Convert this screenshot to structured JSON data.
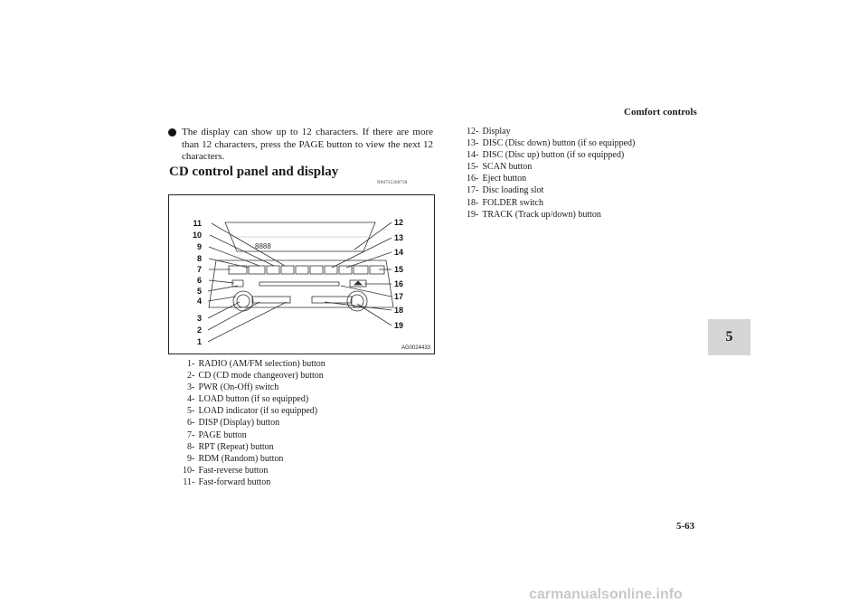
{
  "header": {
    "title": "Comfort controls"
  },
  "page_number": "5-63",
  "chapter_tab": "5",
  "bullet": {
    "text": "The display can show up to 12 characters.  If there are more than 12 characters, press the PAGE button to view the next 12 characters."
  },
  "section": {
    "heading": "CD control panel and display",
    "code": "N00735300730"
  },
  "figure": {
    "id": "AG0024433",
    "left_numbers": [
      "11",
      "10",
      "9",
      "8",
      "7",
      "6",
      "5",
      "4",
      "3",
      "2",
      "1"
    ],
    "right_numbers": [
      "12",
      "13",
      "14",
      "15",
      "16",
      "17",
      "18",
      "19"
    ],
    "display_digits": "8888"
  },
  "callouts_left": [
    {
      "num": "1",
      "text": "RADIO (AM/FM selection) button"
    },
    {
      "num": "2",
      "text": "CD (CD mode changeover) button"
    },
    {
      "num": "3",
      "text": "PWR (On-Off) switch"
    },
    {
      "num": "4",
      "text": "LOAD button (if so equipped)"
    },
    {
      "num": "5",
      "text": "LOAD indicator (if so equipped)"
    },
    {
      "num": "6",
      "text": "DISP (Display) button"
    },
    {
      "num": "7",
      "text": "PAGE button"
    },
    {
      "num": "8",
      "text": "RPT (Repeat) button"
    },
    {
      "num": "9",
      "text": "RDM (Random) button"
    },
    {
      "num": "10",
      "text": "Fast-reverse button"
    },
    {
      "num": "11",
      "text": "Fast-forward button"
    }
  ],
  "callouts_right": [
    {
      "num": "12",
      "text": "Display"
    },
    {
      "num": "13",
      "text": "DISC (Disc down) button (if so equipped)"
    },
    {
      "num": "14",
      "text": "DISC (Disc up) button (if so equipped)"
    },
    {
      "num": "15",
      "text": "SCAN button"
    },
    {
      "num": "16",
      "text": "Eject button"
    },
    {
      "num": "17",
      "text": "Disc loading slot"
    },
    {
      "num": "18",
      "text": "FOLDER switch"
    },
    {
      "num": "19",
      "text": "TRACK (Track up/down) button"
    }
  ],
  "watermark": "carmanualsonline.info"
}
